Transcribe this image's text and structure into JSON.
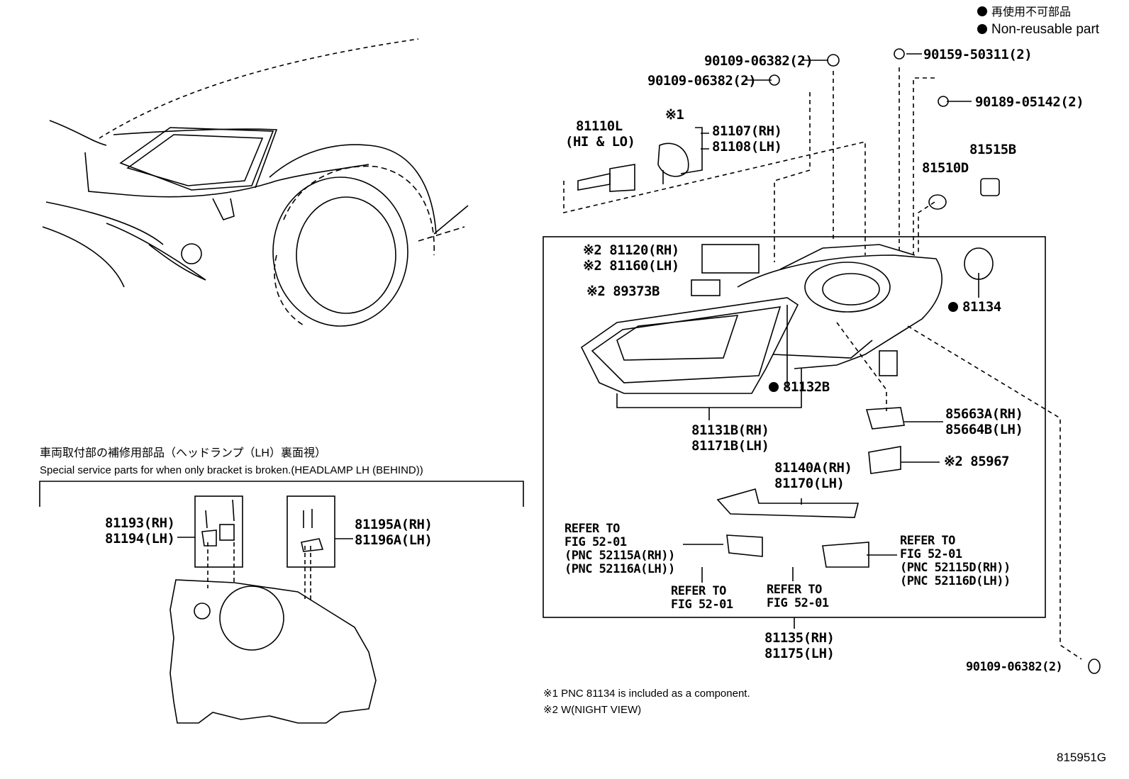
{
  "legend": {
    "jp": "再使用不可部品",
    "en": "Non-reusable part"
  },
  "callouts": {
    "bolt_top1": "90109-06382(2)",
    "bolt_top2": "90109-06382(2)",
    "bolt_top3": "90159-50311(2)",
    "bolt_top4": "90189-05142(2)",
    "bulb": "81110L",
    "bulb_sub": "(HI & LO)",
    "mark1": "※1",
    "socket_rh": "81107(RH)",
    "socket_lh": "81108(LH)",
    "p81515b": "81515B",
    "p81510d": "81510D",
    "unit_rh": "※2 81120(RH)",
    "unit_lh": "※2 81160(LH)",
    "p89373b": "※2 89373B",
    "p81134": "81134",
    "p81132b": "81132B",
    "housing_rh": "81131B(RH)",
    "housing_lh": "81171B(LH)",
    "ballast_rh": "85663A(RH)",
    "ballast_lh": "85664B(LH)",
    "p85967": "※2 85967",
    "bracket_rh": "81140A(RH)",
    "bracket_lh": "81170(LH)",
    "refer_left": "REFER TO\nFIG 52-01\n(PNC 52115A(RH))\n(PNC 52116A(LH))",
    "refer_right": "REFER TO\nFIG 52-01\n(PNC 52115D(RH))\n(PNC 52116D(LH))",
    "refer_bot1": "REFER TO\nFIG 52-01",
    "refer_bot2": "REFER TO\nFIG 52-01",
    "assy_rh": "81135(RH)",
    "assy_lh": "81175(LH)",
    "bolt_bottom": "90109-06382(2)",
    "kit1_rh": "81193(RH)",
    "kit1_lh": "81194(LH)",
    "kit2_rh": "81195A(RH)",
    "kit2_lh": "81196A(LH)"
  },
  "special": {
    "jp": "車両取付部の補修用部品（ヘッドランプ（LH）裏面視）",
    "en": "Special service parts for when only bracket is broken.(HEADLAMP LH (BEHIND))"
  },
  "notes": {
    "n1": "※1 PNC 81134 is included as a component.",
    "n2": "※2 W(NIGHT VIEW)"
  },
  "figure_id": "815951G"
}
